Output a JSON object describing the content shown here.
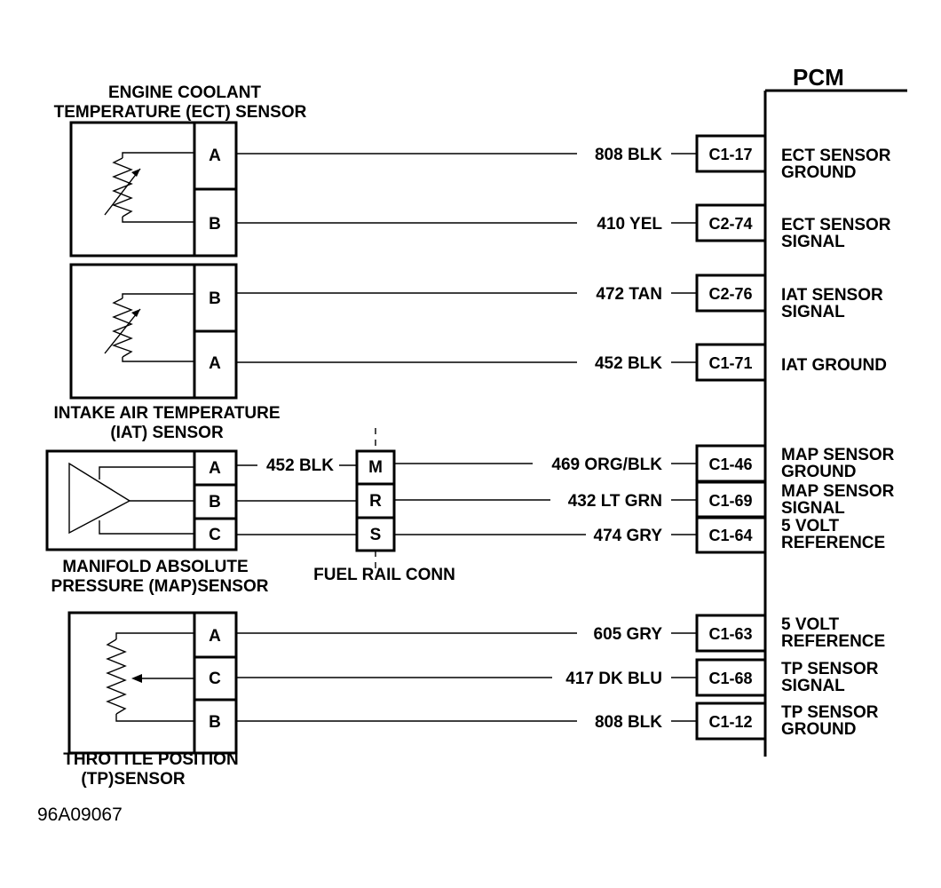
{
  "pcm": {
    "title": "PCM"
  },
  "sensors": {
    "ect": {
      "label_line1": "ENGINE COOLANT",
      "label_line2": "TEMPERATURE (ECT) SENSOR",
      "pins": [
        "A",
        "B"
      ]
    },
    "iat": {
      "label_line1": "INTAKE AIR TEMPERATURE",
      "label_line2": "(IAT) SENSOR",
      "pins": [
        "B",
        "A"
      ]
    },
    "map": {
      "label_line1": "MANIFOLD  ABSOLUTE",
      "label_line2": "PRESSURE  (MAP)SENSOR",
      "pins": [
        "A",
        "B",
        "C"
      ],
      "wire_a": "452 BLK"
    },
    "tp": {
      "label_line1": "THROTTLE POSITION",
      "label_line2": "(TP)SENSOR",
      "pins": [
        "A",
        "C",
        "B"
      ]
    }
  },
  "fuel_rail": {
    "label": "FUEL RAIL CONN",
    "pins": [
      "M",
      "R",
      "S"
    ]
  },
  "circuits": [
    {
      "wire": "808 BLK",
      "connector": "C1-17",
      "func1": "ECT SENSOR",
      "func2": "GROUND"
    },
    {
      "wire": "410 YEL",
      "connector": "C2-74",
      "func1": "ECT SENSOR",
      "func2": "SIGNAL"
    },
    {
      "wire": "472 TAN",
      "connector": "C2-76",
      "func1": "IAT SENSOR",
      "func2": "SIGNAL"
    },
    {
      "wire": "452 BLK",
      "connector": "C1-71",
      "func1": "IAT GROUND",
      "func2": ""
    },
    {
      "wire": "469 ORG/BLK",
      "connector": "C1-46",
      "func1": "MAP SENSOR",
      "func2": "GROUND"
    },
    {
      "wire": "432 LT GRN",
      "connector": "C1-69",
      "func1": "MAP SENSOR",
      "func2": "SIGNAL"
    },
    {
      "wire": "474 GRY",
      "connector": "C1-64",
      "func1": "5 VOLT",
      "func2": "REFERENCE"
    },
    {
      "wire": "605 GRY",
      "connector": "C1-63",
      "func1": "5 VOLT",
      "func2": "REFERENCE"
    },
    {
      "wire": "417 DK BLU",
      "connector": "C1-68",
      "func1": "TP SENSOR",
      "func2": "SIGNAL"
    },
    {
      "wire": "808 BLK",
      "connector": "C1-12",
      "func1": "TP SENSOR",
      "func2": "GROUND"
    }
  ],
  "figure_id": "96A09067"
}
